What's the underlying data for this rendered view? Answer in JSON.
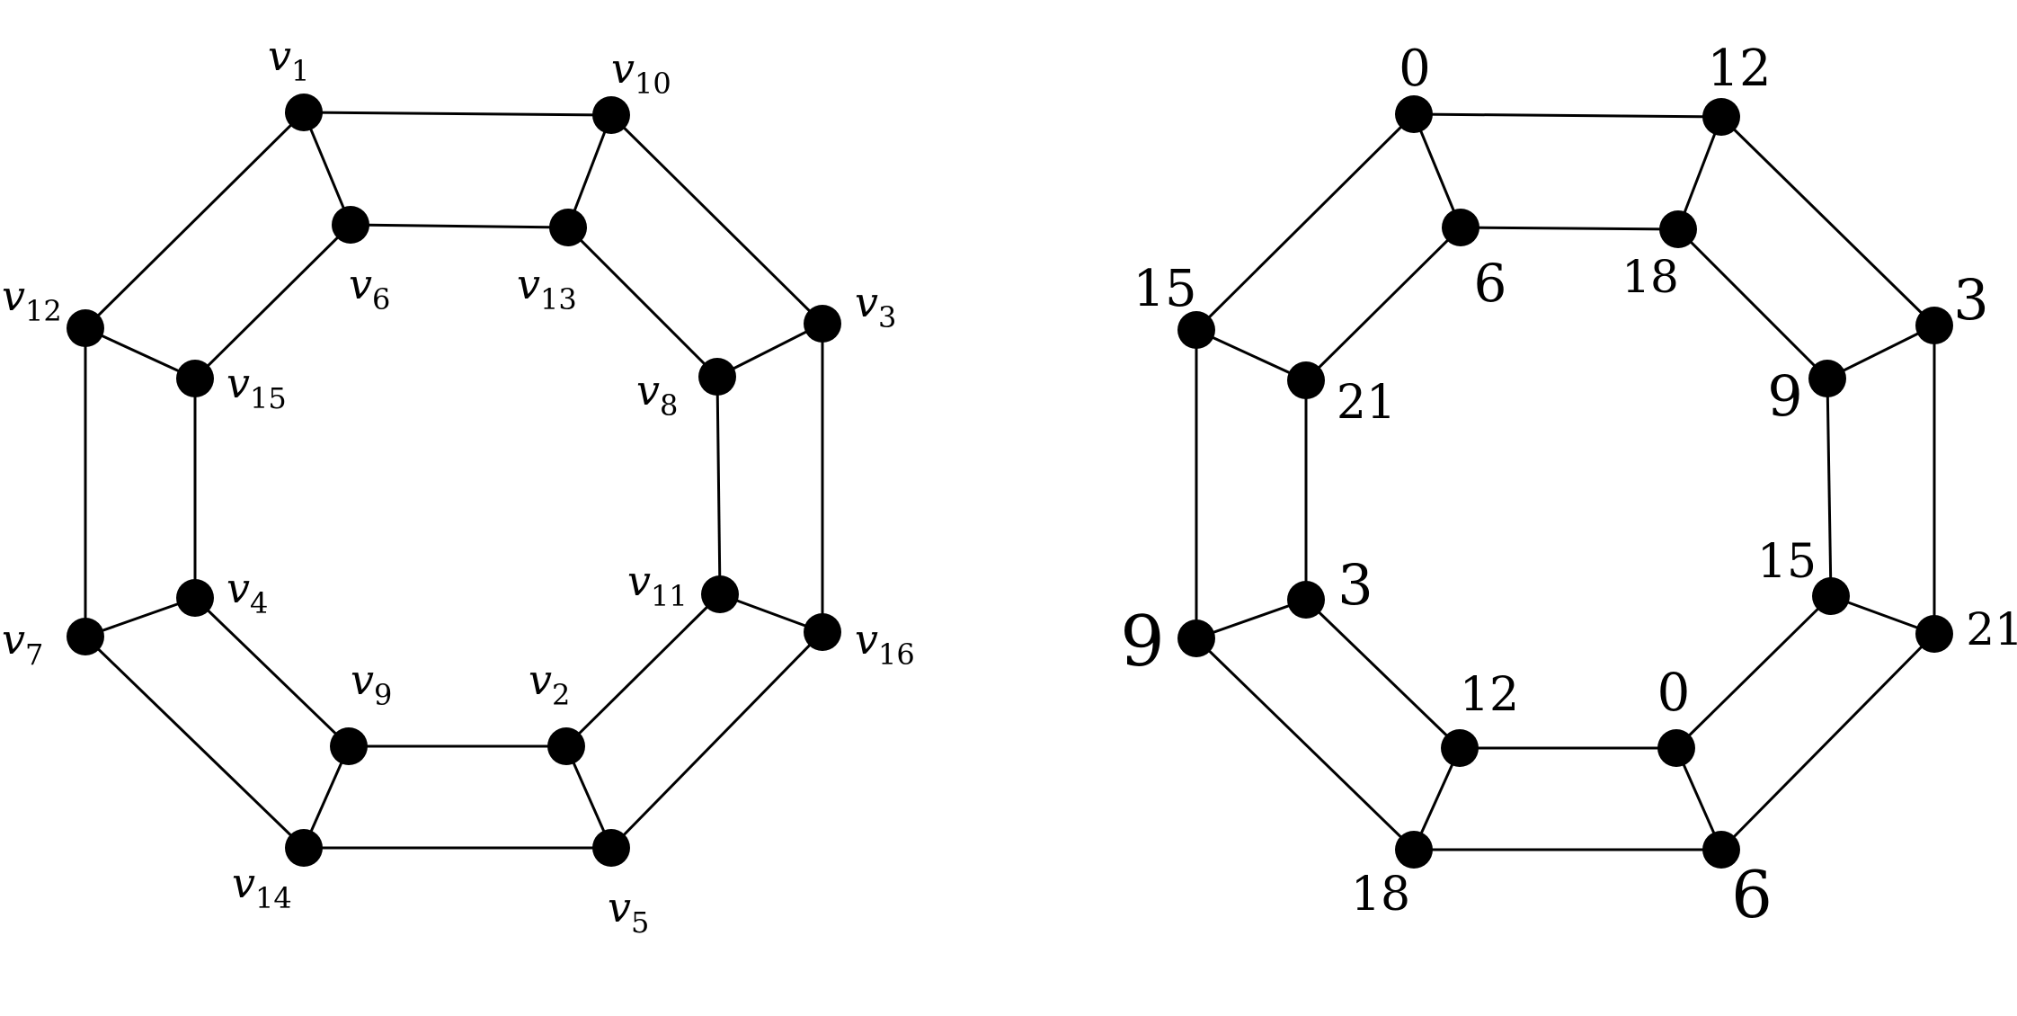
{
  "left_graph": {
    "vertices": [
      {
        "id": "v1",
        "base": "v",
        "sub": "1"
      },
      {
        "id": "v10",
        "base": "v",
        "sub": "10"
      },
      {
        "id": "v6",
        "base": "v",
        "sub": "6"
      },
      {
        "id": "v13",
        "base": "v",
        "sub": "13"
      },
      {
        "id": "v12",
        "base": "v",
        "sub": "12"
      },
      {
        "id": "v3",
        "base": "v",
        "sub": "3"
      },
      {
        "id": "v15",
        "base": "v",
        "sub": "15"
      },
      {
        "id": "v8",
        "base": "v",
        "sub": "8"
      },
      {
        "id": "v4",
        "base": "v",
        "sub": "4"
      },
      {
        "id": "v11",
        "base": "v",
        "sub": "11"
      },
      {
        "id": "v7",
        "base": "v",
        "sub": "7"
      },
      {
        "id": "v16",
        "base": "v",
        "sub": "16"
      },
      {
        "id": "v9",
        "base": "v",
        "sub": "9"
      },
      {
        "id": "v2",
        "base": "v",
        "sub": "2"
      },
      {
        "id": "v14",
        "base": "v",
        "sub": "14"
      },
      {
        "id": "v5",
        "base": "v",
        "sub": "5"
      }
    ],
    "edges": [
      [
        "v1",
        "v10"
      ],
      [
        "v10",
        "v3"
      ],
      [
        "v3",
        "v16"
      ],
      [
        "v16",
        "v5"
      ],
      [
        "v5",
        "v14"
      ],
      [
        "v14",
        "v7"
      ],
      [
        "v7",
        "v12"
      ],
      [
        "v12",
        "v1"
      ],
      [
        "v6",
        "v13"
      ],
      [
        "v13",
        "v8"
      ],
      [
        "v8",
        "v11"
      ],
      [
        "v11",
        "v2"
      ],
      [
        "v2",
        "v9"
      ],
      [
        "v9",
        "v4"
      ],
      [
        "v4",
        "v15"
      ],
      [
        "v15",
        "v6"
      ],
      [
        "v1",
        "v6"
      ],
      [
        "v10",
        "v13"
      ],
      [
        "v3",
        "v8"
      ],
      [
        "v16",
        "v11"
      ],
      [
        "v5",
        "v2"
      ],
      [
        "v14",
        "v9"
      ],
      [
        "v7",
        "v4"
      ],
      [
        "v12",
        "v15"
      ]
    ]
  },
  "right_graph": {
    "labels": {
      "v1": "0",
      "v10": "12",
      "v6": "6",
      "v13": "18",
      "v12": "15",
      "v3": "3",
      "v15": "21",
      "v8": "9",
      "v4": "3",
      "v11": "15",
      "v7": "9",
      "v16": "21",
      "v9": "12",
      "v2": "0",
      "v14": "18",
      "v5": "6"
    }
  }
}
